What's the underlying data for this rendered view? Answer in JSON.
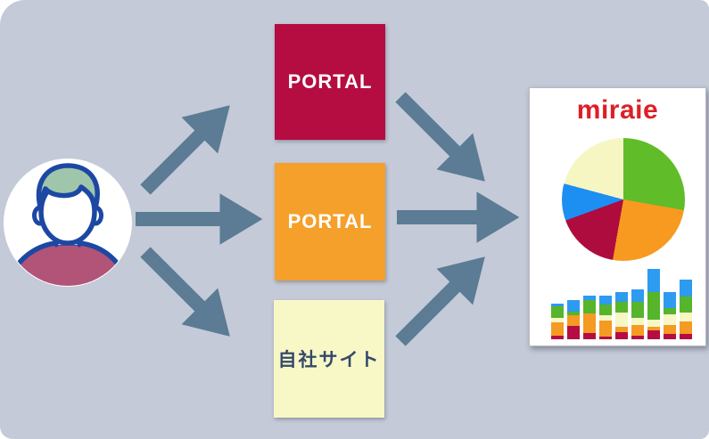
{
  "colors": {
    "background": "#c4cad7",
    "arrow": "#5c7b94",
    "logo_red": "#dc2027",
    "card_bg": "#ffffff",
    "avatar_outline": "#1c48a3",
    "avatar_hair": "#9fc6aa",
    "avatar_shirt": "#b15478"
  },
  "boxes": [
    {
      "id": "portal-1",
      "label": "PORTAL",
      "bg": "#b50c42",
      "text_color": "#ffffff"
    },
    {
      "id": "portal-2",
      "label": "PORTAL",
      "bg": "#f5a02a",
      "text_color": "#ffffff"
    },
    {
      "id": "own-site",
      "label": "自社サイト",
      "bg": "#f8f8c6",
      "text_color": "#35496b"
    }
  ],
  "report_card": {
    "logo_text": "miraie"
  },
  "chart_data": [
    {
      "type": "pie",
      "unit": "degrees",
      "start_angle_deg": 0,
      "slices": [
        {
          "label": "green",
          "value": 100,
          "color": "#61bc29"
        },
        {
          "label": "orange",
          "value": 90,
          "color": "#f79a1f"
        },
        {
          "label": "crimson",
          "value": 60,
          "color": "#ae0c3f"
        },
        {
          "label": "blue",
          "value": 35,
          "color": "#1e8ff2"
        },
        {
          "label": "pale-yellow",
          "value": 75,
          "color": "#f6f6c3"
        }
      ]
    },
    {
      "type": "bar",
      "subtype": "stacked",
      "unit": "px",
      "stack_labels": [
        "crimson",
        "orange",
        "pale-yellow",
        "green",
        "blue"
      ],
      "stack_colors": [
        "#b50d42",
        "#f59a23",
        "#f7f6c5",
        "#56b52b",
        "#2d9bf0"
      ],
      "bars": [
        [
          4,
          15,
          5,
          13,
          3
        ],
        [
          15,
          12,
          0,
          4,
          13
        ],
        [
          7,
          22,
          0,
          15,
          5
        ],
        [
          3,
          18,
          6,
          12,
          10
        ],
        [
          8,
          6,
          16,
          12,
          11
        ],
        [
          4,
          12,
          8,
          18,
          14
        ],
        [
          10,
          4,
          8,
          31,
          26
        ],
        [
          6,
          10,
          12,
          7,
          18
        ],
        [
          6,
          14,
          10,
          18,
          19
        ]
      ]
    }
  ]
}
